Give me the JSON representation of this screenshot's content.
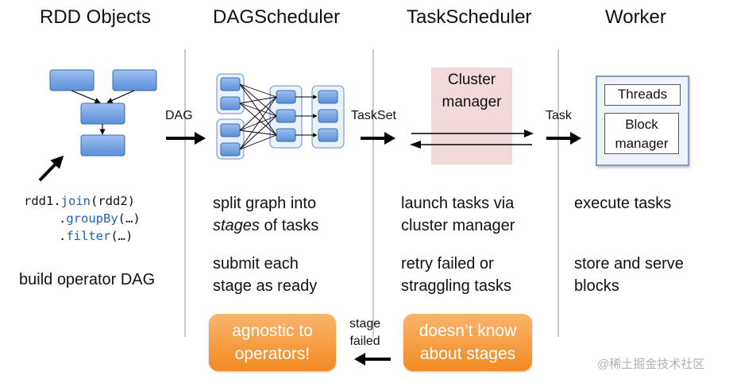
{
  "columns": {
    "rdd": {
      "title": "RDD Objects",
      "code": {
        "line1_prefix": "rdd1.",
        "line1_kw": "join",
        "line1_suffix": "(rdd2)",
        "line2_prefix": ".",
        "line2_kw": "groupBy",
        "line2_suffix": "(…)",
        "line3_prefix": ".",
        "line3_kw": "filter",
        "line3_suffix": "(…)"
      },
      "desc": "build operator DAG"
    },
    "dag": {
      "title": "DAGScheduler",
      "desc1_line1": "split graph into",
      "desc1_line2_em": "stages",
      "desc1_line2_rest": " of tasks",
      "desc2_line1": "submit each",
      "desc2_line2": "stage as ready",
      "pill_line1": "agnostic to",
      "pill_line2": "operators!"
    },
    "task": {
      "title": "TaskScheduler",
      "cluster_line1": "Cluster",
      "cluster_line2": "manager",
      "desc1_line1": "launch tasks via",
      "desc1_line2": "cluster manager",
      "desc2_line1": "retry failed or",
      "desc2_line2": "straggling tasks",
      "pill_line1": "doesn’t know",
      "pill_line2": "about stages"
    },
    "worker": {
      "title": "Worker",
      "threads": "Threads",
      "block_line1": "Block",
      "block_line2": "manager",
      "desc1": "execute tasks",
      "desc2_line1": "store and serve",
      "desc2_line2": "blocks"
    }
  },
  "arrows": {
    "dag": "DAG",
    "taskset": "TaskSet",
    "task": "Task",
    "stage_failed_line1": "stage",
    "stage_failed_line2": "failed"
  },
  "watermark": "@稀土掘金技术社区",
  "colors": {
    "node_fill": "#6f9fe0",
    "node_stroke": "#3a6cb0",
    "pill_orange": "#f28a22",
    "cluster_bg": "#f2d9da",
    "divider": "#c9c9c9"
  }
}
